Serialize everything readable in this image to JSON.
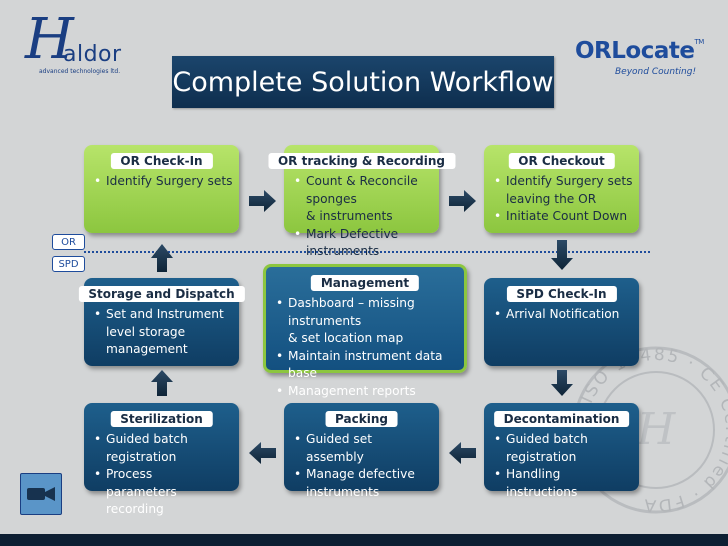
{
  "header": {
    "title": "Complete Solution Workflow",
    "logo_left": {
      "word": "aldor",
      "tagline": "advanced technologies ltd."
    },
    "logo_right": {
      "word": "ORLocate",
      "tm": "TM",
      "tagline": "Beyond Counting!"
    }
  },
  "lanes": {
    "or_label": "OR",
    "spd_label": "SPD"
  },
  "boxes": {
    "or_checkin": {
      "title": "OR Check-In",
      "items": [
        "Identify Surgery sets"
      ]
    },
    "or_tracking": {
      "title": "OR tracking & Recording",
      "items": [
        "Count & Reconcile sponges",
        "& instruments",
        "Mark Defective instruments"
      ]
    },
    "or_checkout": {
      "title": "OR Checkout",
      "items": [
        "Identify Surgery sets",
        "leaving the OR",
        "Initiate Count Down"
      ]
    },
    "storage": {
      "title": "Storage and Dispatch",
      "items": [
        "Set and Instrument",
        "level storage",
        "management"
      ]
    },
    "management": {
      "title": "Management",
      "items": [
        "Dashboard – missing instruments",
        "& set location map",
        "Maintain instrument data base",
        "Management reports"
      ]
    },
    "spd_checkin": {
      "title": "SPD Check-In",
      "items": [
        "Arrival Notification"
      ]
    },
    "sterilization": {
      "title": "Sterilization",
      "items": [
        "Guided batch registration",
        "Process",
        "parameters recording"
      ]
    },
    "packing": {
      "title": "Packing",
      "items": [
        "Guided set assembly",
        "Manage defective",
        "instruments"
      ]
    },
    "decontamination": {
      "title": "Decontamination",
      "items": [
        "Guided batch",
        "registration",
        "Handling instructions"
      ]
    }
  },
  "seal": {
    "text": "ISO 13485 · CE Certified · FDA"
  },
  "colors": {
    "green": "#8cc63f",
    "blue": "#0f3d63",
    "accent": "#1e4c9c"
  },
  "icons": {
    "arrow": "arrow-icon",
    "video": "video-camera-icon"
  }
}
